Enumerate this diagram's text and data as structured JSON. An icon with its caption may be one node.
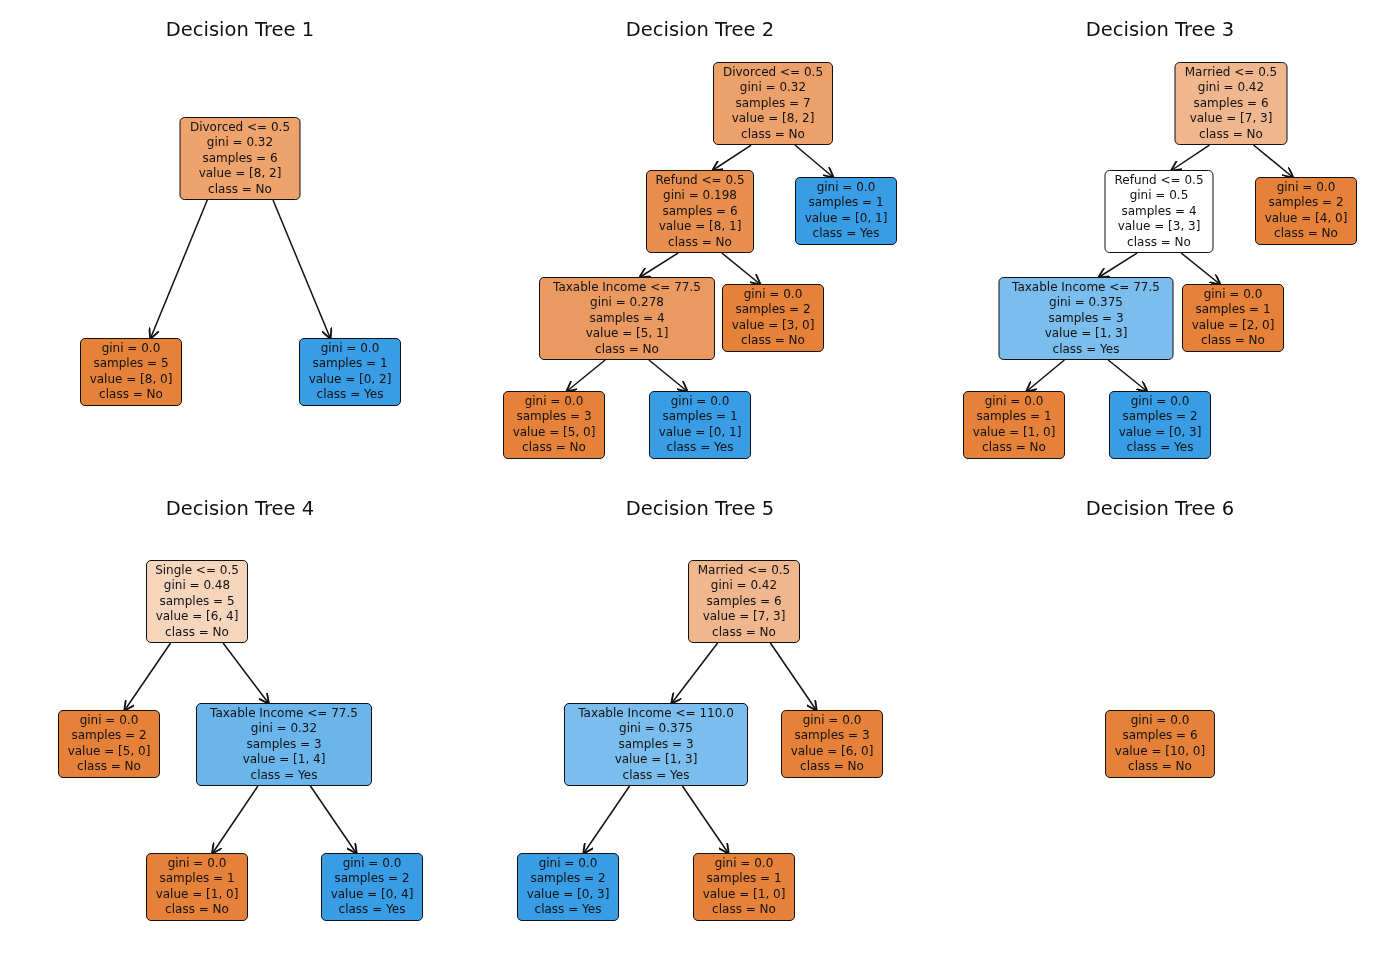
{
  "diagram": {
    "nodes": [
      {
        "text": [
          "Divorced <= 0.5",
          "gini = 0.32",
          "samples = 6",
          "value = [8, 2]",
          "class = No"
        ]
      },
      {
        "text": [
          "gini = 0.0",
          "samples = 5",
          "value = [8, 0]",
          "class = No"
        ]
      },
      {
        "text": [
          "gini = 0.0",
          "samples = 1",
          "value = [0, 2]",
          "class = Yes"
        ]
      },
      {
        "text": [
          "Divorced <= 0.5",
          "gini = 0.32",
          "samples = 7",
          "value = [8, 2]",
          "class = No"
        ]
      },
      {
        "text": [
          "Refund <= 0.5",
          "gini = 0.198",
          "samples = 6",
          "value = [8, 1]",
          "class = No"
        ]
      },
      {
        "text": [
          "gini = 0.0",
          "samples = 1",
          "value = [0, 1]",
          "class = Yes"
        ]
      },
      {
        "text": [
          "Taxable Income <= 77.5",
          "gini = 0.278",
          "samples = 4",
          "value = [5, 1]",
          "class = No"
        ]
      },
      {
        "text": [
          "gini = 0.0",
          "samples = 2",
          "value = [3, 0]",
          "class = No"
        ]
      },
      {
        "text": [
          "gini = 0.0",
          "samples = 3",
          "value = [5, 0]",
          "class = No"
        ]
      },
      {
        "text": [
          "gini = 0.0",
          "samples = 1",
          "value = [0, 1]",
          "class = Yes"
        ]
      },
      {
        "text": [
          "Married <= 0.5",
          "gini = 0.42",
          "samples = 6",
          "value = [7, 3]",
          "class = No"
        ]
      },
      {
        "text": [
          "Refund <= 0.5",
          "gini = 0.5",
          "samples = 4",
          "value = [3, 3]",
          "class = No"
        ]
      },
      {
        "text": [
          "gini = 0.0",
          "samples = 2",
          "value = [4, 0]",
          "class = No"
        ]
      },
      {
        "text": [
          "Taxable Income <= 77.5",
          "gini = 0.375",
          "samples = 3",
          "value = [1, 3]",
          "class = Yes"
        ]
      },
      {
        "text": [
          "gini = 0.0",
          "samples = 1",
          "value = [2, 0]",
          "class = No"
        ]
      },
      {
        "text": [
          "gini = 0.0",
          "samples = 1",
          "value = [1, 0]",
          "class = No"
        ]
      },
      {
        "text": [
          "gini = 0.0",
          "samples = 2",
          "value = [0, 3]",
          "class = Yes"
        ]
      },
      {
        "text": [
          "Single <= 0.5",
          "gini = 0.48",
          "samples = 5",
          "value = [6, 4]",
          "class = No"
        ]
      },
      {
        "text": [
          "gini = 0.0",
          "samples = 2",
          "value = [5, 0]",
          "class = No"
        ]
      },
      {
        "text": [
          "Taxable Income <= 77.5",
          "gini = 0.32",
          "samples = 3",
          "value = [1, 4]",
          "class = Yes"
        ]
      },
      {
        "text": [
          "gini = 0.0",
          "samples = 1",
          "value = [1, 0]",
          "class = No"
        ]
      },
      {
        "text": [
          "gini = 0.0",
          "samples = 2",
          "value = [0, 4]",
          "class = Yes"
        ]
      },
      {
        "text": [
          "Married <= 0.5",
          "gini = 0.42",
          "samples = 6",
          "value = [7, 3]",
          "class = No"
        ]
      },
      {
        "text": [
          "Taxable Income <= 110.0",
          "gini = 0.375",
          "samples = 3",
          "value = [1, 3]",
          "class = Yes"
        ]
      },
      {
        "text": [
          "gini = 0.0",
          "samples = 3",
          "value = [6, 0]",
          "class = No"
        ]
      },
      {
        "text": [
          "gini = 0.0",
          "samples = 2",
          "value = [0, 3]",
          "class = Yes"
        ]
      },
      {
        "text": [
          "gini = 0.0",
          "samples = 1",
          "value = [1, 0]",
          "class = No"
        ]
      },
      {
        "text": [
          "gini = 0.0",
          "samples = 6",
          "value = [10, 0]",
          "class = No"
        ]
      }
    ],
    "edges": [
      {
        "from": 0,
        "to": 1,
        "arrow": "to"
      },
      {
        "from": 0,
        "to": 2,
        "arrow": "to"
      },
      {
        "from": 3,
        "to": 4,
        "arrow": "to"
      },
      {
        "from": 3,
        "to": 5,
        "arrow": "to"
      },
      {
        "from": 4,
        "to": 6,
        "arrow": "to"
      },
      {
        "from": 4,
        "to": 7,
        "arrow": "to"
      },
      {
        "from": 6,
        "to": 8,
        "arrow": "to"
      },
      {
        "from": 6,
        "to": 9,
        "arrow": "to"
      },
      {
        "from": 10,
        "to": 11,
        "arrow": "to"
      },
      {
        "from": 10,
        "to": 12,
        "arrow": "to"
      },
      {
        "from": 11,
        "to": 13,
        "arrow": "to"
      },
      {
        "from": 11,
        "to": 14,
        "arrow": "to"
      },
      {
        "from": 13,
        "to": 15,
        "arrow": "to"
      },
      {
        "from": 13,
        "to": 16,
        "arrow": "to"
      },
      {
        "from": 17,
        "to": 18,
        "arrow": "to"
      },
      {
        "from": 17,
        "to": 19,
        "arrow": "to"
      },
      {
        "from": 19,
        "to": 20,
        "arrow": "to"
      },
      {
        "from": 19,
        "to": 21,
        "arrow": "to"
      },
      {
        "from": 22,
        "to": 23,
        "arrow": "to"
      },
      {
        "from": 22,
        "to": 24,
        "arrow": "to"
      },
      {
        "from": 23,
        "to": 25,
        "arrow": "to"
      },
      {
        "from": 23,
        "to": 26,
        "arrow": "to"
      }
    ],
    "labels": [
      "Decision Tree 1",
      "Decision Tree 2",
      "Decision Tree 3",
      "Decision Tree 4",
      "Decision Tree 5",
      "Decision Tree 6"
    ]
  }
}
